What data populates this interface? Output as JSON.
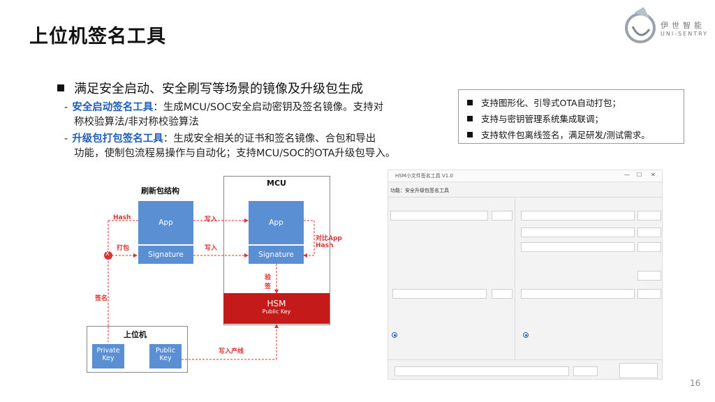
{
  "title": "上位机签名工具",
  "logo": {
    "text_cn": "伊世智能",
    "text_en": "UNI-SENTRY"
  },
  "main_bullet": "满足安全启动、安全刷写等场景的镜像及升级包生成",
  "sub1": {
    "dash": "-",
    "highlight": "安全启动签名工具",
    "text_line1": "：生成MCU/SOC安全启动密钥及签名镜像。支持对",
    "text_line2": "称校验算法/非对称校验算法"
  },
  "sub2": {
    "dash": "-",
    "highlight": "升级包打包签名工具",
    "text_line1": "：生成安全相关的证书和签名镜像、合包和导出",
    "text_line2": "功能，使制包流程易操作与自动化；支持MCU/SOC的OTA升级包导入。"
  },
  "info_box": [
    "支持图形化、引导式OTA自动打包；",
    "支持与密钥管理系统集成联调；",
    "支持软件包离线签名，满足研发/测试需求。"
  ],
  "diagram": {
    "left_title": "刷新包结构",
    "mcu_title": "MCU",
    "app_label": "App",
    "signature_label": "Signature",
    "hash_label": "Hash",
    "pack_label": "打包",
    "x_mark": "X",
    "write_label1": "写入",
    "write_label2": "写入",
    "compare_label": "对比App Hash",
    "verify_label": "验签",
    "sign_label": "签名",
    "hsm_label": "HSM",
    "public_key_label": "Public Key",
    "host_title": "上位机",
    "private_key_label": "Private Key",
    "public_key_box": "Public Key",
    "write_line_label": "写入产线"
  },
  "app_window": {
    "title": "HSM小文件签名工具 V1.0",
    "subtitle": "功能：安全升级包签名工具",
    "btn_close": "✕",
    "btn_min": "—",
    "btn_max": "☐"
  },
  "page_number": "16"
}
